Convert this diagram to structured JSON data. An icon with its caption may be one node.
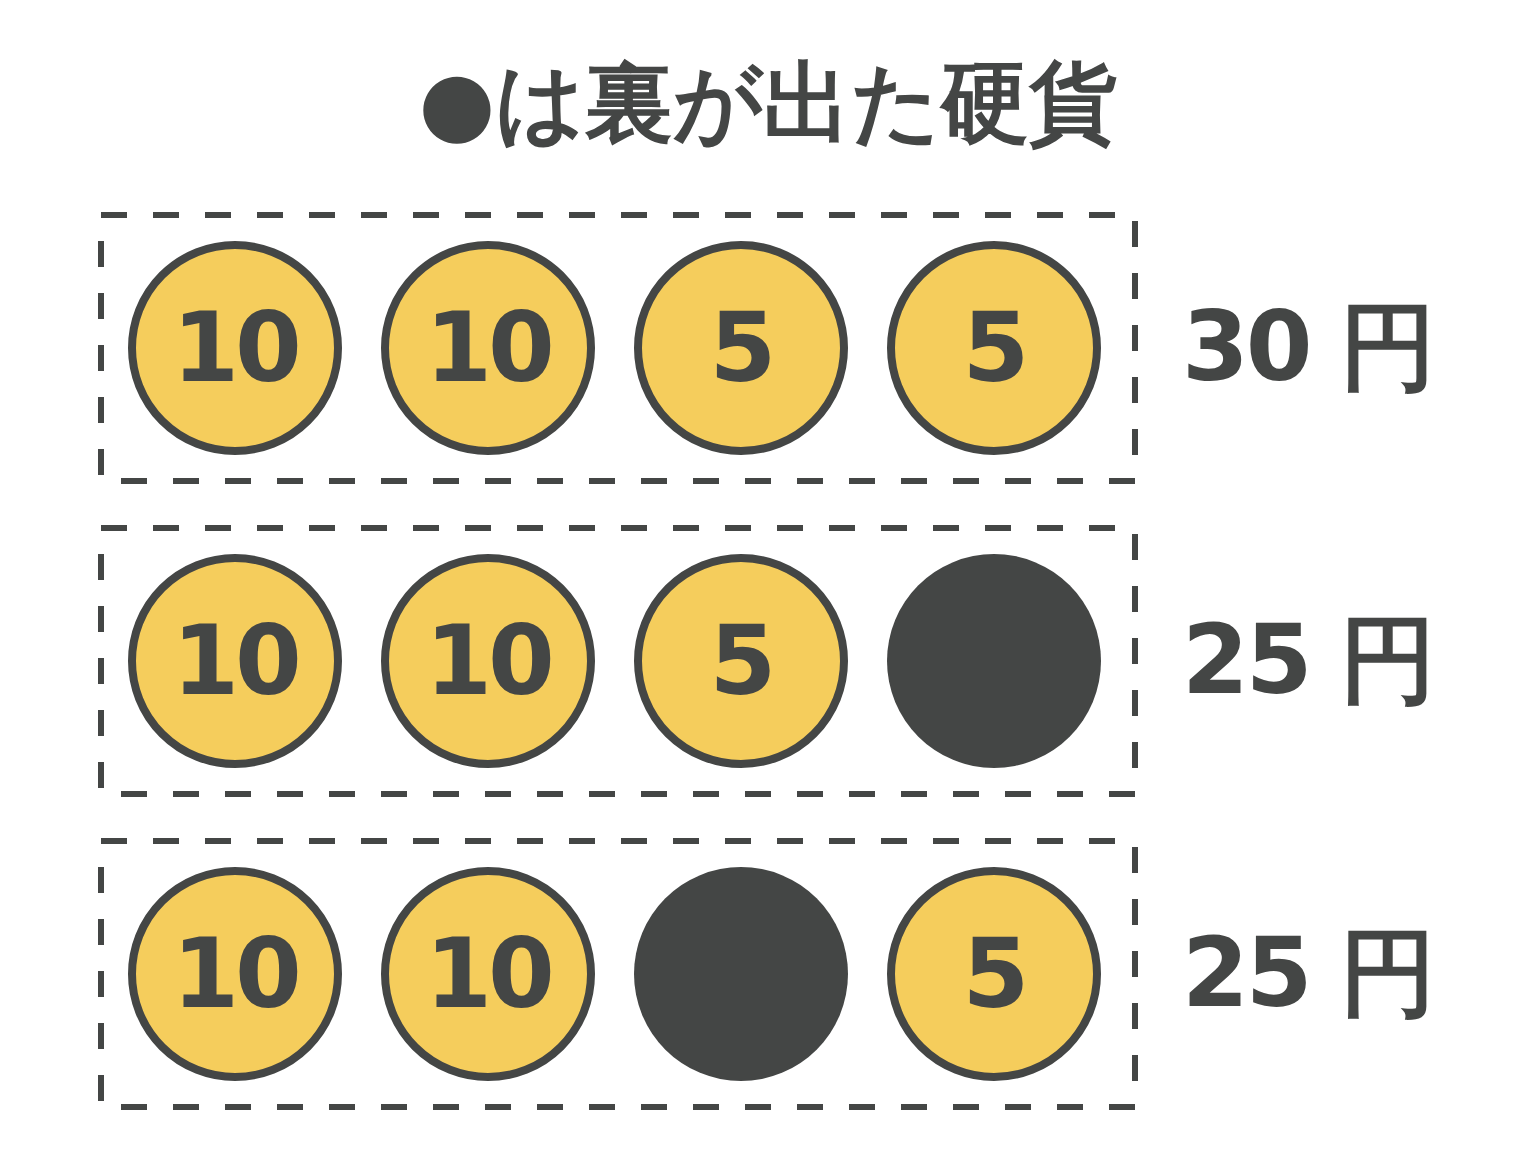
{
  "diagram": {
    "title": "●は裏が出た硬貨",
    "nodes": [
      {
        "text": [],
        "shape": "box",
        "beside": [
          "30 円"
        ]
      },
      {
        "text": [
          "10"
        ],
        "in": 0
      },
      {
        "text": [
          "10"
        ],
        "in": 0
      },
      {
        "text": [
          "5"
        ],
        "in": 0
      },
      {
        "text": [
          "5"
        ],
        "in": 0
      },
      {
        "text": [],
        "shape": "box",
        "beside": [
          "25 円"
        ]
      },
      {
        "text": [
          "10"
        ],
        "in": 5
      },
      {
        "text": [
          "10"
        ],
        "in": 5
      },
      {
        "text": [
          "5"
        ],
        "in": 5
      },
      {
        "text": [],
        "shape": "circle",
        "in": 5
      },
      {
        "text": [],
        "shape": "box",
        "beside": [
          "25 円"
        ]
      },
      {
        "text": [
          "10"
        ],
        "in": 10
      },
      {
        "text": [
          "10"
        ],
        "in": 10
      },
      {
        "text": [],
        "shape": "circle",
        "in": 10
      },
      {
        "text": [
          "5"
        ],
        "in": 10
      }
    ]
  }
}
